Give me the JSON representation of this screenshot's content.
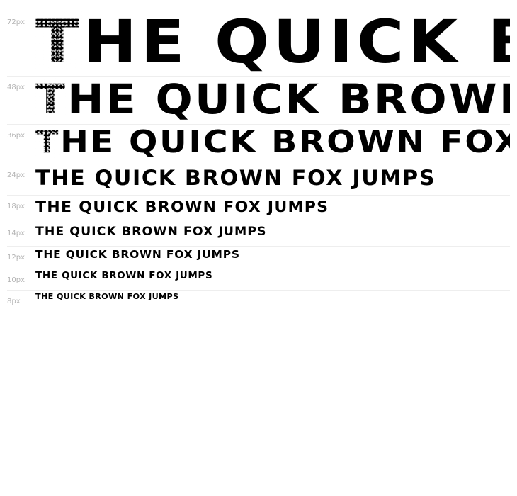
{
  "sample_text": "THE QUICK BROWN FOX JUMPS",
  "rows": [
    {
      "label": "72px"
    },
    {
      "label": "48px"
    },
    {
      "label": "36px"
    },
    {
      "label": "24px"
    },
    {
      "label": "18px"
    },
    {
      "label": "14px"
    },
    {
      "label": "12px"
    },
    {
      "label": "10px"
    },
    {
      "label": "8px"
    }
  ]
}
